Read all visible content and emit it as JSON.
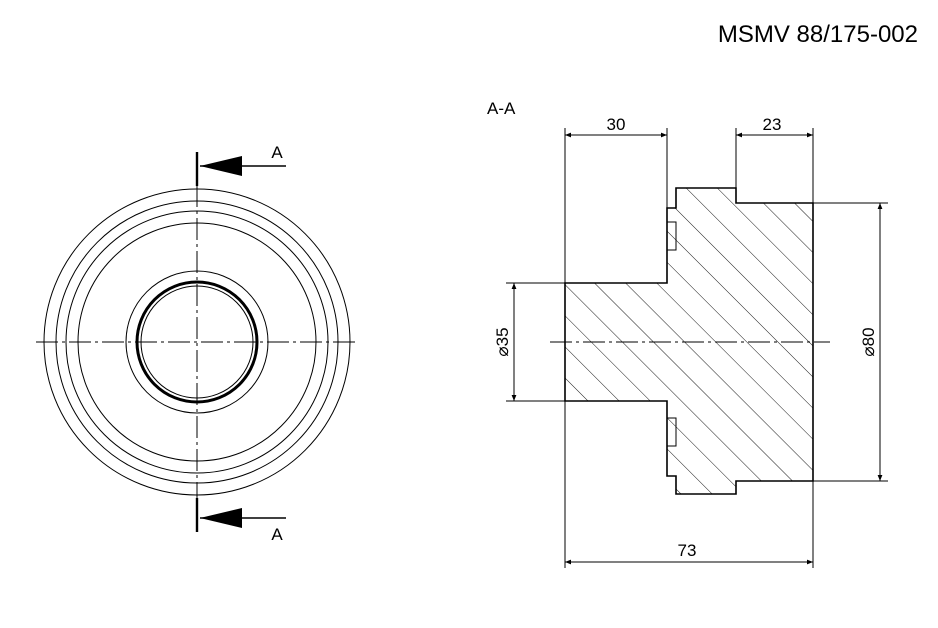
{
  "drawing_number": "MSMV 88/175-002",
  "section_label": "A-A",
  "cut_label_top": "A",
  "cut_label_bottom": "A",
  "dimensions": {
    "length_left": "30",
    "length_right": "23",
    "total_length": "73",
    "dia_small": "35",
    "dia_large": "80"
  },
  "diameter_symbol": "⌀"
}
